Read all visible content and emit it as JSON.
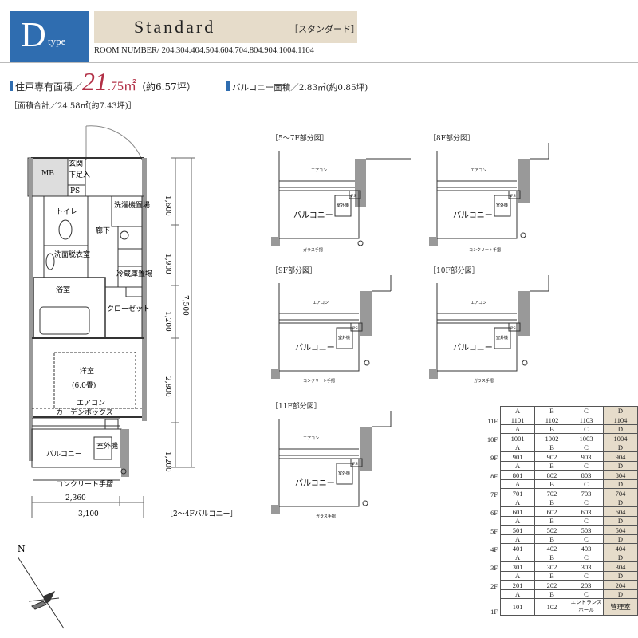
{
  "header": {
    "type_letter": "D",
    "type_word": "type",
    "plan_name": "Standard",
    "plan_kana": "［スタンダード］",
    "room_numbers": "ROOM NUMBER/ 204.304.404.504.604.704.804.904.1004.1104"
  },
  "areas": {
    "private_label": "住戸専有面積／",
    "private_int": "21",
    "private_dec": ".75",
    "private_unit": "㎡",
    "private_tsubo": "（約6.57坪）",
    "balcony": "バルコニー面積／2.83㎡(約0.85坪)",
    "total": "［面積合計／24.58㎡(約7.43坪)］"
  },
  "plan": {
    "mb": "MB",
    "genkan": "玄関",
    "shoes": "下足入",
    "ps": "PS",
    "toilet": "トイレ",
    "washer": "洗濯機置場",
    "rouka": "廊下",
    "senmen": "洗面脱衣室",
    "reizouko": "冷蔵庫置場",
    "yokushitsu": "浴室",
    "closet": "クローゼット",
    "youshitsu": "洋室",
    "jou": "(6.0畳)",
    "balcony": "バルコニー",
    "shitsugaiki": "室外機",
    "concrete_rail": "コンクリート手摺",
    "aircon": "エアコン",
    "curtain": "カーテンボックス",
    "dim_1600": "1,600",
    "dim_1900": "1,900",
    "dim_1200a": "1,200",
    "dim_2800": "2,800",
    "dim_1200b": "1,200",
    "dim_7500": "7,500",
    "dim_2360": "2,360",
    "dim_3100": "3,100",
    "note_2_4f": "［2〜4Fバルコニー］"
  },
  "partials": [
    {
      "title": "［5〜7F部分図］",
      "rail": "ガラス手摺"
    },
    {
      "title": "［8F部分図］",
      "rail": "コンクリート手摺"
    },
    {
      "title": "［9F部分図］",
      "rail": "コンクリート手摺"
    },
    {
      "title": "［10F部分図］",
      "rail": "ガラス手摺"
    },
    {
      "title": "［11F部分図］",
      "rail": "ガラス手摺"
    }
  ],
  "partial_common": {
    "balcony": "バルコニー",
    "shitsugaiki": "室外機",
    "aircon": "エアコン",
    "ps": "PS"
  },
  "room_table": {
    "floors": [
      {
        "floor": "11F",
        "rooms": [
          "1101",
          "1102",
          "1103",
          "1104"
        ]
      },
      {
        "floor": "10F",
        "rooms": [
          "1001",
          "1002",
          "1003",
          "1004"
        ]
      },
      {
        "floor": "9F",
        "rooms": [
          "901",
          "902",
          "903",
          "904"
        ]
      },
      {
        "floor": "8F",
        "rooms": [
          "801",
          "802",
          "803",
          "804"
        ]
      },
      {
        "floor": "7F",
        "rooms": [
          "701",
          "702",
          "703",
          "704"
        ]
      },
      {
        "floor": "6F",
        "rooms": [
          "601",
          "602",
          "603",
          "604"
        ]
      },
      {
        "floor": "5F",
        "rooms": [
          "501",
          "502",
          "503",
          "504"
        ]
      },
      {
        "floor": "4F",
        "rooms": [
          "401",
          "402",
          "403",
          "404"
        ]
      },
      {
        "floor": "3F",
        "rooms": [
          "301",
          "302",
          "303",
          "304"
        ]
      },
      {
        "floor": "2F",
        "rooms": [
          "201",
          "202",
          "203",
          "204"
        ]
      },
      {
        "floor": "1F",
        "rooms": [
          "101",
          "102",
          "エントランスホール",
          "管理室"
        ]
      }
    ],
    "cols": [
      "A",
      "B",
      "C",
      "D"
    ]
  },
  "compass_label": "N"
}
